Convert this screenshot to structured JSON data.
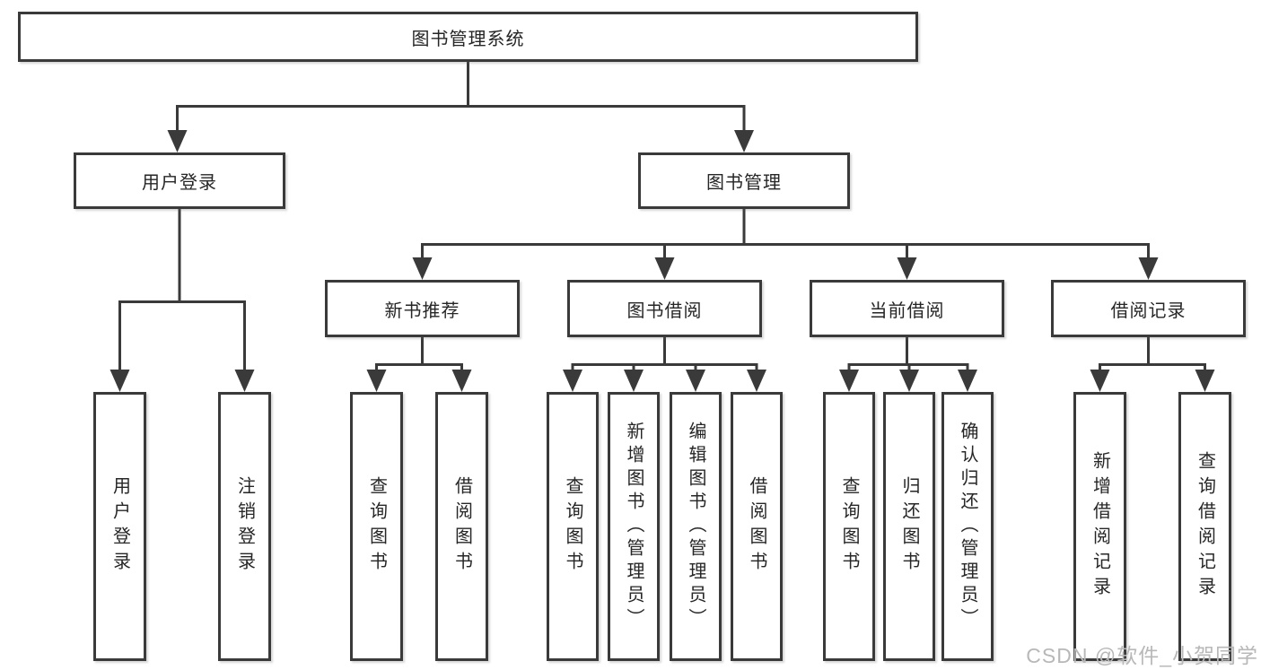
{
  "nodes": {
    "root": "图书管理系统",
    "branches": [
      {
        "label": "用户登录",
        "leaves": [
          "用户登录",
          "注销登录"
        ]
      },
      {
        "label": "图书管理",
        "groups": [
          {
            "label": "新书推荐",
            "leaves": [
              "查询图书",
              "借阅图书"
            ]
          },
          {
            "label": "图书借阅",
            "leaves": [
              "查询图书",
              "新增图书（管理员）",
              "编辑图书（管理员）",
              "借阅图书"
            ]
          },
          {
            "label": "当前借阅",
            "leaves": [
              "查询图书",
              "归还图书",
              "确认归还（管理员）"
            ]
          },
          {
            "label": "借阅记录",
            "leaves": [
              "新增借阅记录",
              "查询借阅记录"
            ]
          }
        ]
      }
    ]
  },
  "watermark": "CSDN @软件_小贺同学",
  "colors": {
    "line": "#3a3a3a",
    "text": "#262626",
    "box_fill": "#ffffff",
    "watermark": "#b8b8b8",
    "background": "#ffffff"
  }
}
